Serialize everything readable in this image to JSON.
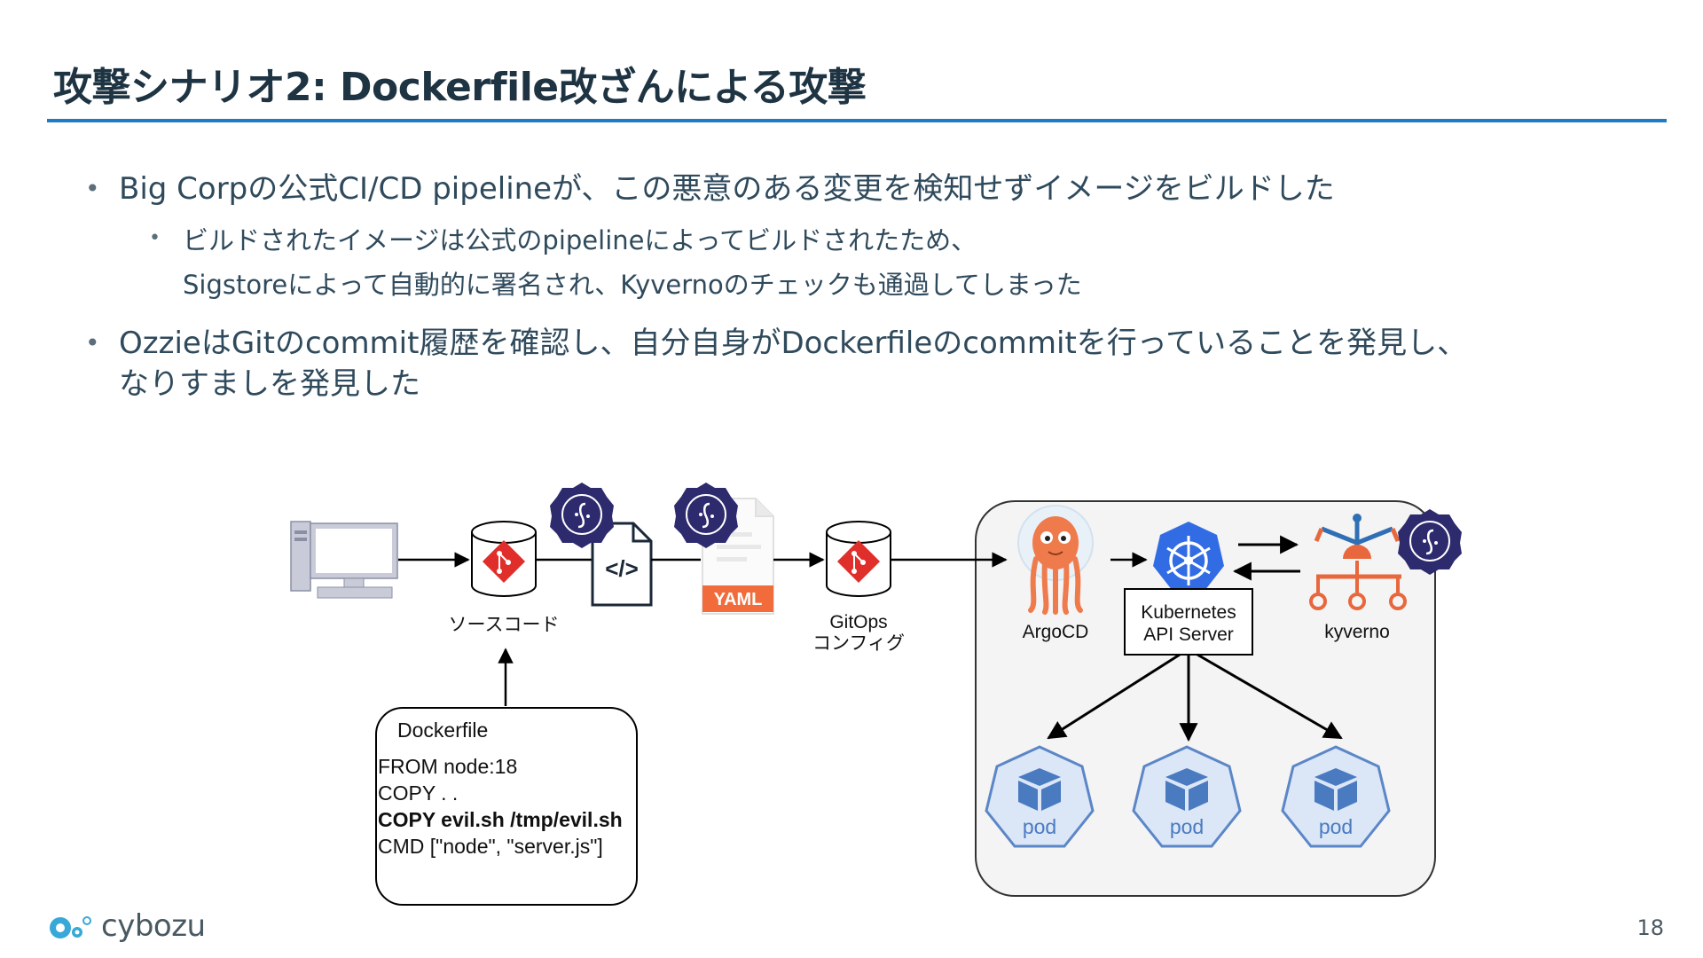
{
  "slide": {
    "title": "攻撃シナリオ2: Dockerfile改ざんによる攻撃",
    "page_number": "18",
    "logo_text": "cybozu"
  },
  "bullets": [
    {
      "level": 1,
      "lines": [
        "Big Corpの公式CI/CD pipelineが、この悪意のある変更を検知せずイメージをビルドした"
      ]
    },
    {
      "level": 2,
      "lines": [
        "ビルドされたイメージは公式のpipelineによってビルドされたため、",
        "Sigstoreによって自動的に署名され、Kyvernoのチェックも通過してしまった"
      ]
    },
    {
      "level": 1,
      "lines": [
        "OzzieはGitのcommit履歴を確認し、自分自身がDockerfileのcommitを行っていることを発見し、",
        "なりすましを発見した"
      ]
    }
  ],
  "diagram": {
    "source_code_label": "ソースコード",
    "yaml_label": "YAML",
    "gitops_label_1": "GitOps",
    "gitops_label_2": "コンフィグ",
    "argocd_label": "ArgoCD",
    "api_server_label_1": "Kubernetes",
    "api_server_label_2": "API Server",
    "kyverno_label": "kyverno",
    "pod_labels": [
      "pod",
      "pod",
      "pod"
    ],
    "dockerfile": {
      "title": "Dockerfile",
      "lines": [
        {
          "text": "FROM node:18",
          "bold": false
        },
        {
          "text": "COPY . .",
          "bold": false
        },
        {
          "text": "COPY evil.sh /tmp/evil.sh",
          "bold": true
        },
        {
          "text": "CMD [\"node\", \"server.js\"]",
          "bold": false
        }
      ]
    },
    "colors": {
      "git_red": "#e02f2a",
      "sigstore_purple": "#2d2a6e",
      "yaml_orange": "#f26b3a",
      "k8s_blue": "#326ce5",
      "kyverno_orange": "#e8673c",
      "pod_fill": "#dbe6f7",
      "pod_stroke": "#5b86c7",
      "argo_orange": "#ef7b4d",
      "cluster_bg": "#f4f4f4"
    }
  }
}
